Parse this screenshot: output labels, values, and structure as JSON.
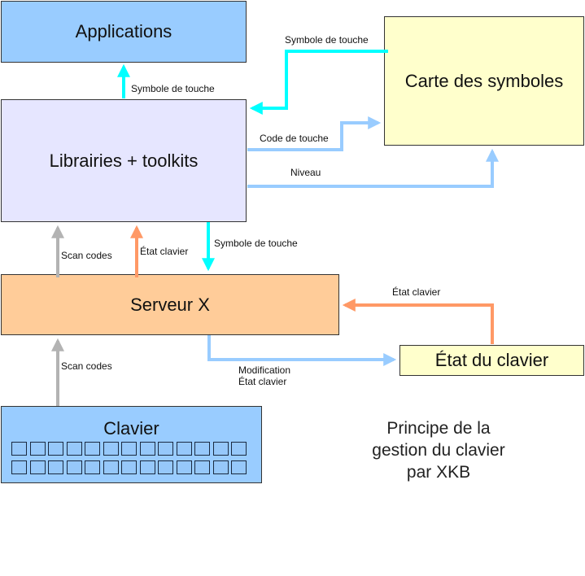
{
  "colors": {
    "blue_box": "#99ccff",
    "lavender_box": "#e6e6ff",
    "orange_box": "#ffcc99",
    "yellow_box": "#ffffcc",
    "cyan_arrow": "#00ffff",
    "lightblue_arrow": "#99ccff",
    "gray_arrow": "#b3b3b3",
    "orange_arrow": "#ff9966"
  },
  "nodes": {
    "applications": "Applications",
    "carte_symboles": "Carte des symboles",
    "libraries": "Librairies + toolkits",
    "serveur_x": "Serveur X",
    "etat_clavier": "État du clavier",
    "clavier": "Clavier"
  },
  "edges": {
    "lib_to_apps": "Symbole de touche",
    "carte_to_lib": "Symbole de touche",
    "lib_to_carte_code": "Code de touche",
    "lib_to_carte_niveau": "Niveau",
    "server_to_lib_scan": "Scan codes",
    "server_to_lib_etat": "État clavier",
    "lib_to_server_symbole": "Symbole de touche",
    "etat_to_server": "État clavier",
    "server_to_etat_line1": "Modification",
    "server_to_etat_line2": "État clavier",
    "clavier_to_server_scan": "Scan codes"
  },
  "caption": {
    "line1": "Principe de la",
    "line2": "gestion du clavier",
    "line3": "par XKB"
  }
}
